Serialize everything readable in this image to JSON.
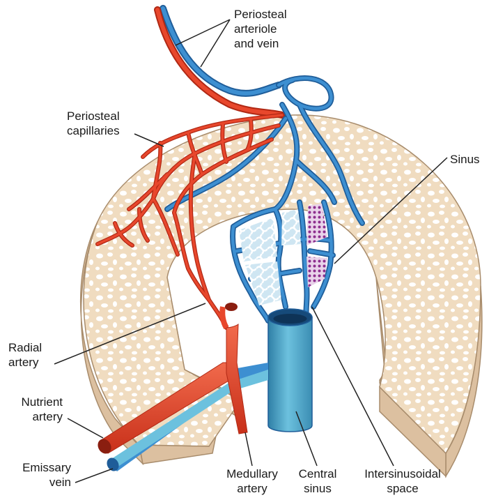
{
  "diagram": {
    "colors": {
      "bone_face": "#f0dcc0",
      "bone_side": "#dcc0a0",
      "pore": "#ffffff",
      "bone_edge": "#a88c6c",
      "artery": "#e8472c",
      "artery_dark": "#b02814",
      "vein": "#3d8fd1",
      "vein_dark": "#1f5d99",
      "central_sinus": "#5fb6d4",
      "marrow": "#8e2f8e",
      "leader": "#222222"
    },
    "labels": {
      "periosteal_arteriole_vein": [
        "Periosteal",
        "arteriole",
        "and vein"
      ],
      "periosteal_capillaries": [
        "Periosteal",
        "capillaries"
      ],
      "sinus": [
        "Sinus"
      ],
      "radial_artery": [
        "Radial",
        "artery"
      ],
      "nutrient_artery": [
        "Nutrient",
        "artery"
      ],
      "emissary_vein": [
        "Emissary",
        "vein"
      ],
      "medullary_artery": [
        "Medullary",
        "artery"
      ],
      "central_sinus": [
        "Central",
        "sinus"
      ],
      "intersinusoidal_space": [
        "Intersinusoidal",
        "space"
      ]
    }
  }
}
